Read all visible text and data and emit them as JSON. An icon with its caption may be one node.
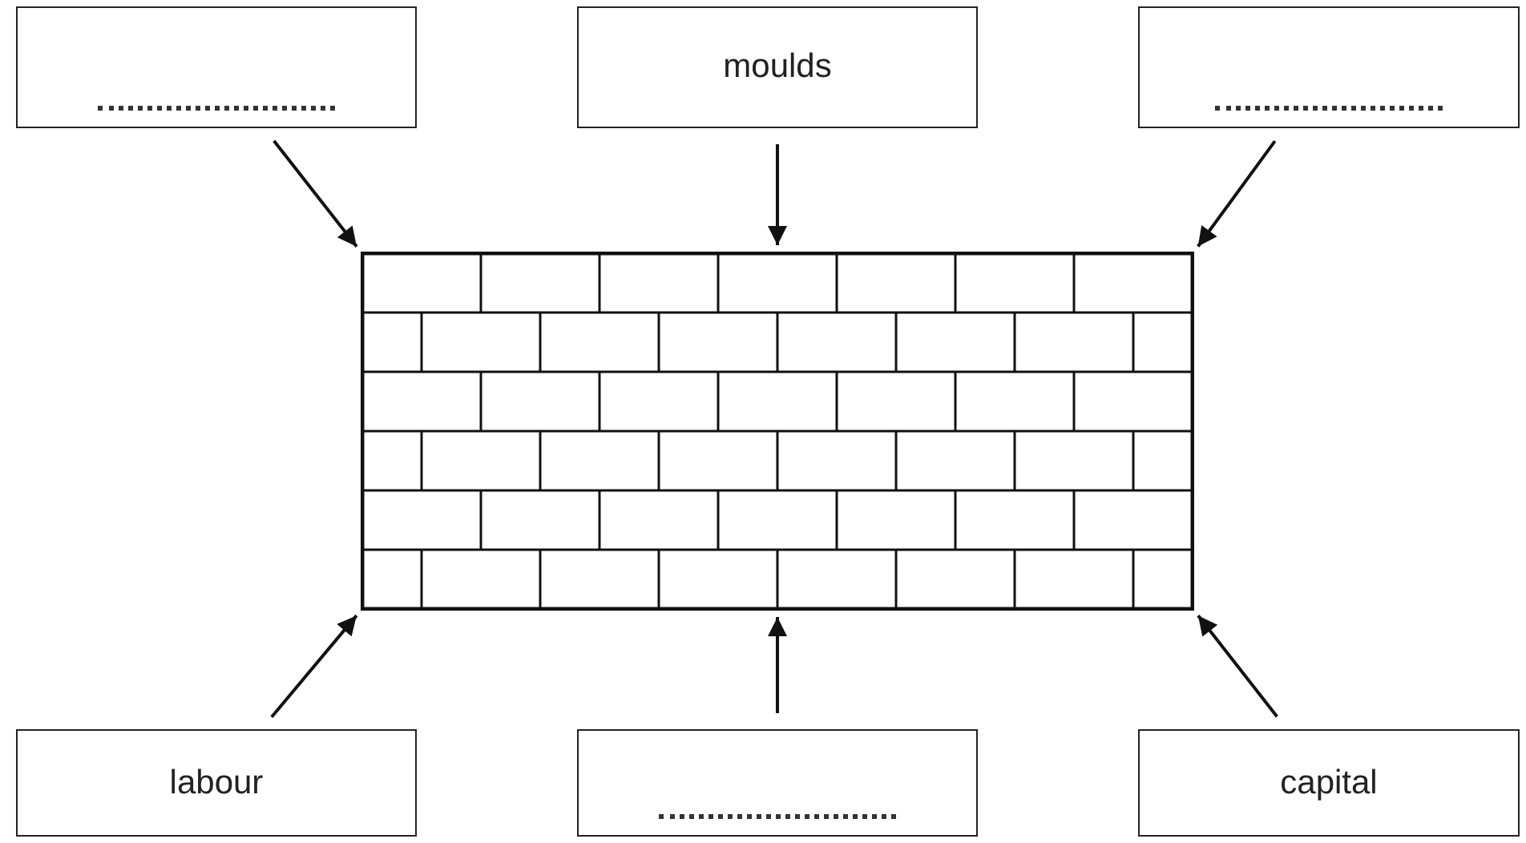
{
  "diagram": {
    "nodes": [
      {
        "text": [],
        "shape": "box"
      },
      {
        "text": [
          "moulds"
        ]
      },
      {
        "text": [],
        "shape": "box"
      },
      {
        "text": [],
        "shape": "picture"
      },
      {
        "text": [
          "labour"
        ]
      },
      {
        "text": [],
        "shape": "box"
      },
      {
        "text": [
          "capital"
        ]
      }
    ],
    "edges": [
      {
        "from": 0,
        "to": 3,
        "arrow": "to"
      },
      {
        "from": 1,
        "to": 3,
        "arrow": "to"
      },
      {
        "from": 2,
        "to": 3,
        "arrow": "to"
      },
      {
        "from": 4,
        "to": 3,
        "arrow": "to"
      },
      {
        "from": 5,
        "to": 3,
        "arrow": "to"
      },
      {
        "from": 6,
        "to": 3,
        "arrow": "to"
      }
    ]
  }
}
